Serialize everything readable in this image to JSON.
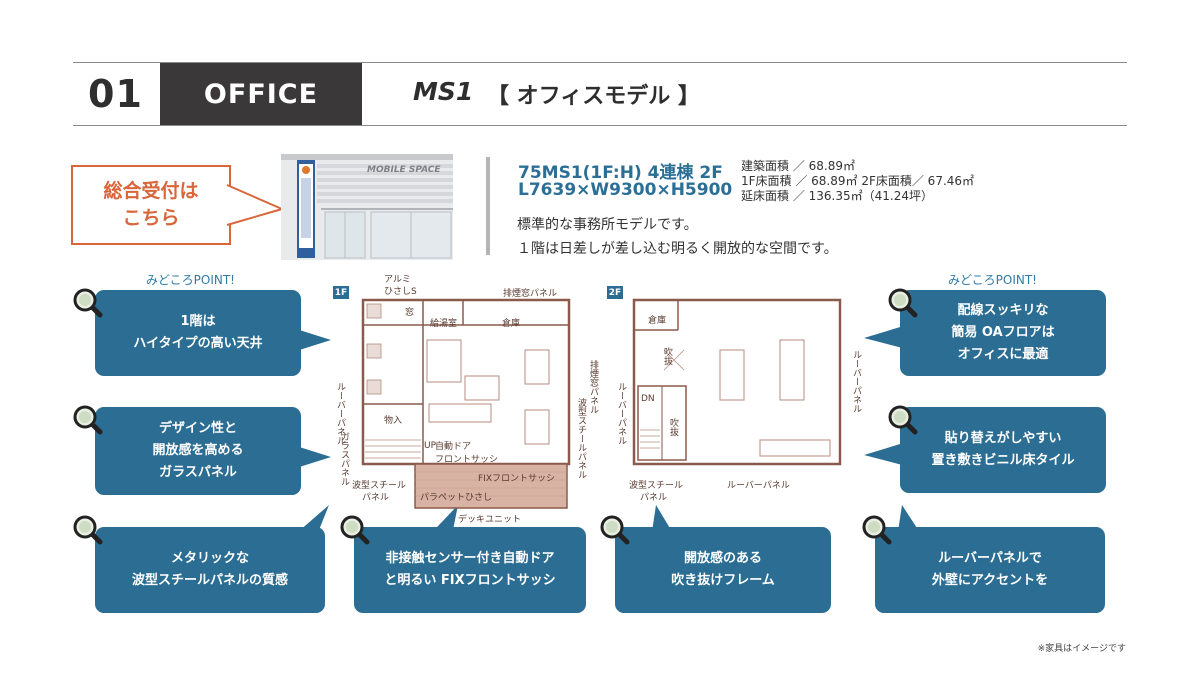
{
  "header": {
    "number": "01",
    "category": "OFFICE",
    "model": "MS1",
    "model_label": "【 オフィスモデル 】"
  },
  "reception": {
    "line1": "総合受付は",
    "line2": "こちら",
    "color": "#d9663a"
  },
  "photo": {
    "sign": "MOBILE SPACE",
    "icon": "mobile-space-building-photo"
  },
  "specs": {
    "line1": "75MS1(1F:H) 4連棟 2F",
    "line2": "L7639×W9300×H5900",
    "area1": "建築面積 ／ 68.89㎡",
    "area2": "1F床面積 ／ 68.89㎡  2F床面積／ 67.46㎡",
    "area3": "延床面積 ／ 136.35㎡（41.24坪）",
    "desc1": "標準的な事務所モデルです。",
    "desc2": "１階は日差しが差し込む明るく開放的な空間です。"
  },
  "points": {
    "left": "みどころPOINT!",
    "right": "みどころPOINT!"
  },
  "callouts": {
    "c1": {
      "l1": "1階は",
      "l2": "ハイタイプの高い天井"
    },
    "c2": {
      "l1": "デザイン性と",
      "l2": "開放感を高める",
      "l3": "ガラスパネル"
    },
    "c3": {
      "l1": "メタリックな",
      "l2": "波型スチールパネルの質感"
    },
    "c4": {
      "l1": "非接触センサー付き自動ドア",
      "l2": "と明るい FIXフロントサッシ"
    },
    "c5": {
      "l1": "開放感のある",
      "l2": "吹き抜けフレーム"
    },
    "c6": {
      "l1": "ルーバーパネルで",
      "l2": "外壁にアクセントを"
    },
    "c7": {
      "l1": "配線スッキリな",
      "l2": "簡易 OAフロアは",
      "l3": "オフィスに最適"
    },
    "c8": {
      "l1": "貼り替えがしやすい",
      "l2": "置き敷きビニル床タイル"
    }
  },
  "floor1": {
    "badge": "1F",
    "labels": {
      "aluminum": "アルミ",
      "eave_s": "ひさしS",
      "exhaust_panel": "排煙窓パネル",
      "window": "窓",
      "kitchen": "給湯室",
      "storage": "倉庫",
      "exhaust_vert": "排煙窓パネル",
      "wave_vert": "波型スチールパネル",
      "louver_vert": "ルーバーパネル",
      "glass_vert": "ガラスパネル",
      "storage2": "物入",
      "up": "UP",
      "auto_door": "自動ドア",
      "front_sash": "フロントサッシ",
      "fix_sash": "FIXフロントサッシ",
      "wave_bottom1": "波型スチール",
      "wave_bottom2": "パネル",
      "parapet": "パラペットひさし",
      "deck": "デッキユニット"
    }
  },
  "floor2": {
    "badge": "2F",
    "labels": {
      "storage": "倉庫",
      "dn": "DN",
      "void": "吹抜",
      "void2": "吹抜",
      "louver_left": "ルーバーパネル",
      "louver_right": "ルーバーパネル",
      "louver_bottom": "ルーバーパネル",
      "wave_bottom1": "波型スチール",
      "wave_bottom2": "パネル"
    }
  },
  "footnote": "※家具はイメージです",
  "colors": {
    "accent": "#2c6e93",
    "plan_wall": "#8a5a4c",
    "deck": "#d8b2a3",
    "header_dark": "#3a3839"
  }
}
